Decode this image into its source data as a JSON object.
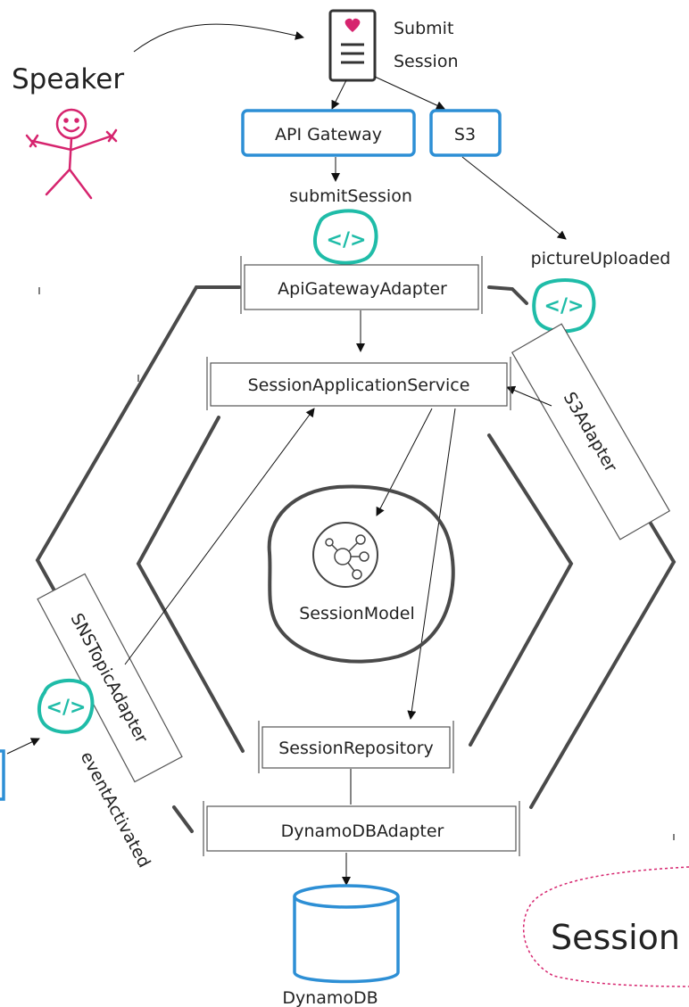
{
  "actor": {
    "label": "Speaker",
    "color": "#d6246e"
  },
  "document": {
    "label_line1": "Submit",
    "label_line2": "Session"
  },
  "services": {
    "api_gateway": "API Gateway",
    "s3": "S3",
    "dynamodb": "DynamoDB"
  },
  "events": {
    "submit_session": "submitSession",
    "picture_uploaded": "pictureUploaded",
    "event_activated": "eventActivated"
  },
  "adapters": {
    "api_gateway_adapter": "ApiGatewayAdapter",
    "s3_adapter": "S3Adapter",
    "sns_topic_adapter": "SNSTopicAdapter",
    "dynamodb_adapter": "DynamoDBAdapter"
  },
  "core": {
    "application_service": "SessionApplicationService",
    "model": "SessionModel",
    "repository": "SessionRepository"
  },
  "bounded_context": {
    "label": "Session",
    "color": "#d6246e"
  },
  "colors": {
    "aws_blue": "#2d8fd5",
    "lambda_teal": "#1fbca8",
    "hexagon": "#4a4a4a"
  }
}
